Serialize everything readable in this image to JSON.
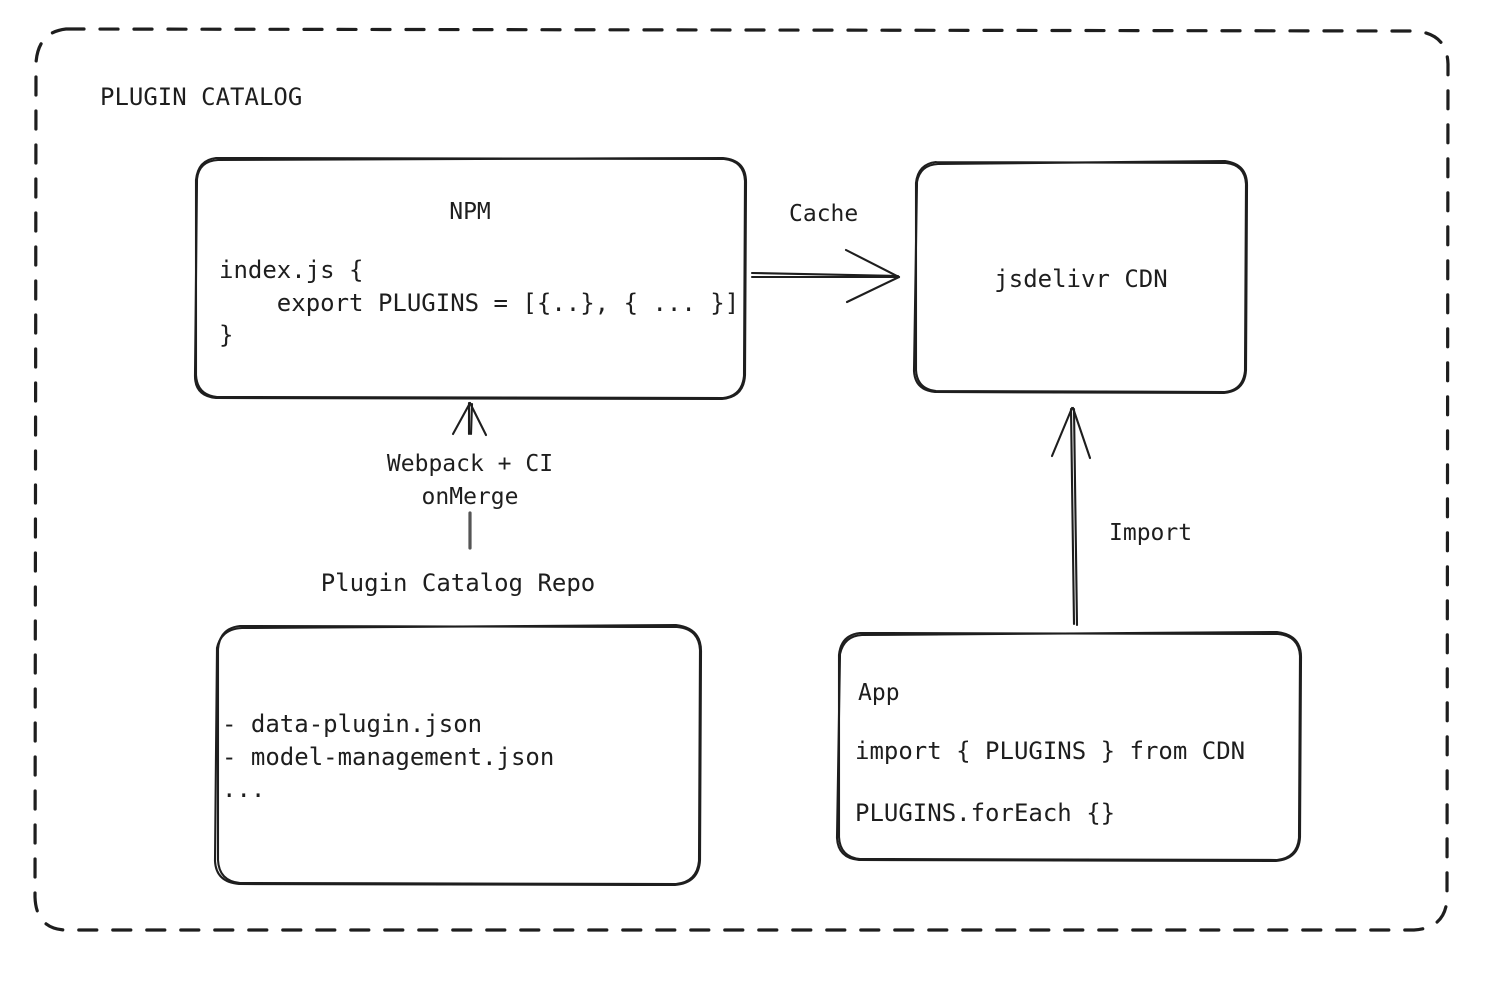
{
  "diagram": {
    "type": "architecture-flow",
    "group": {
      "title": "PLUGIN CATALOG",
      "border_style": "dashed",
      "stroke_color": "#1e1e1e"
    },
    "nodes": {
      "npm": {
        "title": "NPM",
        "code_lines": "index.js {\n    export PLUGINS = [{..}, { ... }]\n}"
      },
      "cdn": {
        "title": "jsdelivr CDN"
      },
      "repo": {
        "caption": "Plugin Catalog Repo",
        "list_lines": "- data-plugin.json\n- model-management.json\n..."
      },
      "app": {
        "title": "App",
        "code_line_1": "import { PLUGINS } from CDN",
        "code_line_2": "PLUGINS.forEach {}"
      }
    },
    "edges": {
      "cache": {
        "label": "Cache",
        "from": "npm",
        "to": "cdn",
        "direction": "right"
      },
      "build": {
        "label": "Webpack + CI\nonMerge",
        "from": "repo",
        "to": "npm",
        "direction": "up"
      },
      "import": {
        "label": "Import",
        "from": "app",
        "to": "cdn",
        "direction": "up"
      }
    },
    "colors": {
      "stroke": "#1e1e1e",
      "text": "#1e1e1e",
      "background": "#ffffff"
    }
  }
}
